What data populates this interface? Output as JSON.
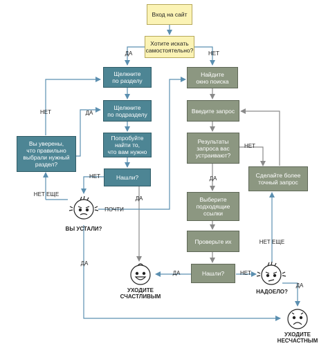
{
  "colors": {
    "start_fill": "#fbf3b5",
    "left_fill": "#4d8594",
    "right_fill": "#8c9781",
    "arrow_blue": "#5b8fb0",
    "arrow_gray": "#8a8a8a"
  },
  "nodes": {
    "start": "Вход на сайт",
    "question_self": "Хотите искать\nсамостоятельно?",
    "click_section": "Щелкните\nпо разделу",
    "click_subsection": "Щелкните\nпо подразделу",
    "try_find": "Попробуйте\nнайти то,\nчто вам нужно",
    "found_left": "Нашли?",
    "sure_section": "Вы уверены,\nчто правильно\nвыбрали нужный\nраздел?",
    "find_search": "Найдите\nокно поиска",
    "enter_query": "Введите запрос",
    "results_ok": "Результаты\nзапроса вас\nустраивают?",
    "refine_query": "Сделайте более\nточный запрос",
    "choose_links": "Выберите\nподходящие\nссылки",
    "check_them": "Проверьте их",
    "found_right": "Нашли?"
  },
  "labels": {
    "yes_left_top": "ДА",
    "no_right_top": "НЕТ",
    "no_sure": "НЕТ",
    "yes_sure": "ДА",
    "no_found_left": "НЕТ",
    "yes_found_left": "ДА",
    "no_more_left": "НЕТ ЕЩЕ",
    "almost": "ПОЧТИ",
    "tired_q": "ВЫ УСТАЛИ?",
    "yes_tired": "ДА",
    "no_results": "НЕТ",
    "yes_results": "ДА",
    "yes_found_right": "ДА",
    "no_found_right": "НЕТ",
    "fed_up_q": "НАДОЕЛО?",
    "no_more_right": "НЕТ ЕЩЕ",
    "yes_fed_up": "ДА",
    "leave_happy": "УХОДИТЕ\nСЧАСТЛИВЫМ",
    "leave_unhappy": "УХОДИТЕ\nНЕСЧАСТНЫМ"
  },
  "icons": {
    "frustrated_face_left": "frustrated-face-icon",
    "happy_face": "happy-face-icon",
    "frustrated_face_right": "frustrated-face-icon",
    "sad_face": "sad-face-icon"
  }
}
